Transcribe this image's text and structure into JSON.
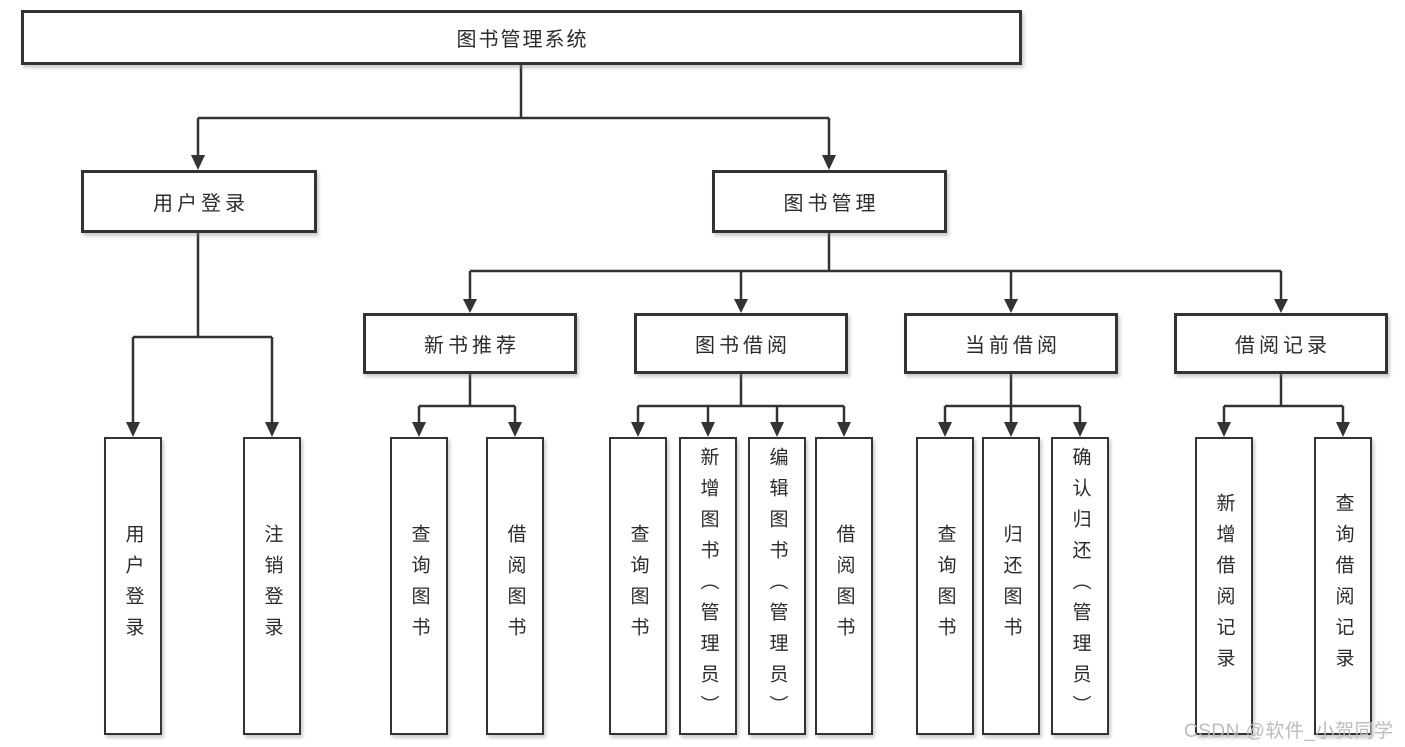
{
  "diagram": {
    "tree": {
      "root": {
        "label": "图书管理系统"
      },
      "branches": [
        {
          "label": "用户登录",
          "children": [
            {
              "label": "用户登录"
            },
            {
              "label": "注销登录"
            }
          ]
        },
        {
          "label": "图书管理",
          "children": [
            {
              "label": "新书推荐",
              "children": [
                {
                  "label": "查询图书"
                },
                {
                  "label": "借阅图书"
                }
              ]
            },
            {
              "label": "图书借阅",
              "children": [
                {
                  "label": "查询图书"
                },
                {
                  "label": "新增图书（管理员）"
                },
                {
                  "label": "编辑图书（管理员）"
                },
                {
                  "label": "借阅图书"
                }
              ]
            },
            {
              "label": "当前借阅",
              "children": [
                {
                  "label": "查询图书"
                },
                {
                  "label": "归还图书"
                },
                {
                  "label": "确认归还（管理员）"
                }
              ]
            },
            {
              "label": "借阅记录",
              "children": [
                {
                  "label": "新增借阅记录"
                },
                {
                  "label": "查询借阅记录"
                }
              ]
            }
          ]
        }
      ]
    },
    "colors": {
      "line": "#333333",
      "node_border": "#333333",
      "node_fill": "#ffffff",
      "text": "#2b2b2b",
      "watermark": "#b8b8bf",
      "background": "#ffffff"
    }
  },
  "watermark": {
    "text": "CSDN @软件_小贺同学"
  }
}
